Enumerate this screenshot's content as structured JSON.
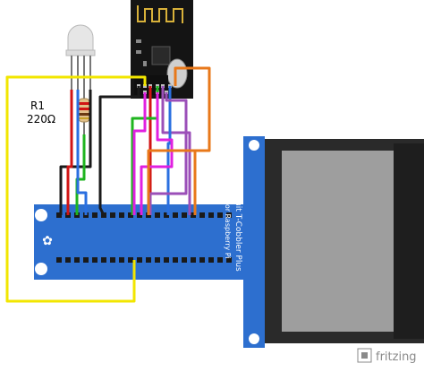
{
  "resistor": {
    "name": "R1",
    "value": "220Ω"
  },
  "cobbler": {
    "title": "Adafruit T-Cobbler Plus",
    "subtitle": "for Raspberry Pi"
  },
  "watermark": {
    "text": "fritzing"
  },
  "colors": {
    "board": "#2d6fcf",
    "ribbon": "#9e9e9e",
    "ribbon_dark": "#2a2a2a",
    "module": "#141414",
    "antenna": "#d8b13a",
    "wire_yellow": "#f2e600",
    "wire_black": "#1a1a1a",
    "wire_red": "#d11414",
    "wire_green": "#1fb41f",
    "wire_blue": "#2a6fe0",
    "wire_magenta": "#e020e0",
    "wire_purple": "#9b4fb8",
    "wire_orange": "#e8781a"
  }
}
